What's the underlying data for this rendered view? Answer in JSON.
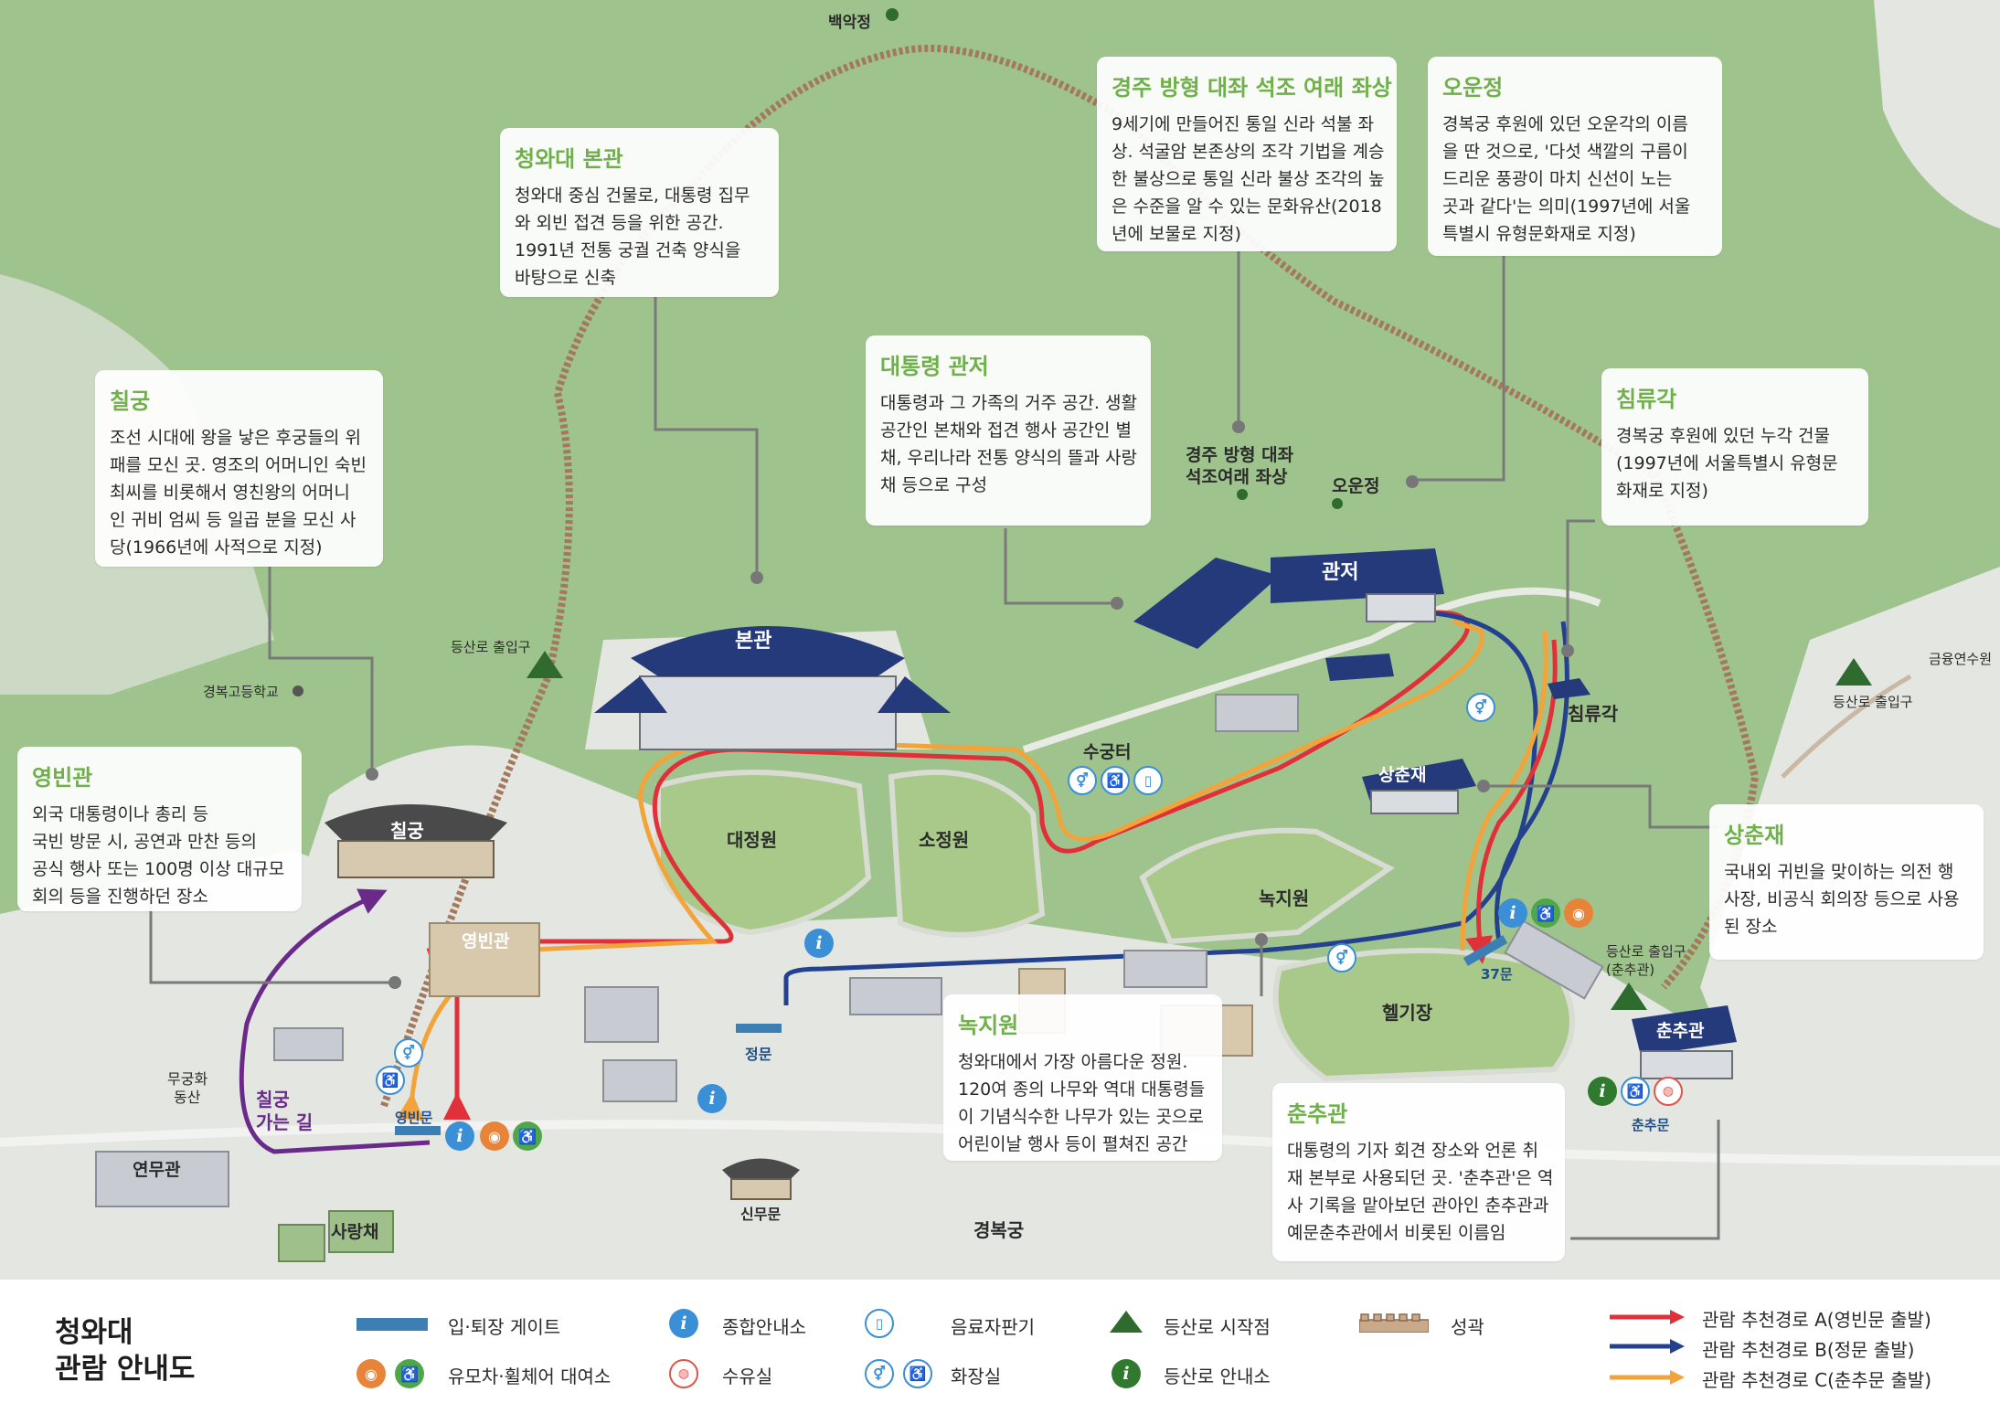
{
  "map": {
    "colors": {
      "bg": "#e9ebe6",
      "green": "#9fc38c",
      "lawn": "#a8c98a",
      "wall": "#a4785a",
      "roof": "#243a7a",
      "route_a": "#e0313a",
      "route_b": "#23418f",
      "route_c": "#f2a33a",
      "trail": "#6a2a8a"
    },
    "places": {
      "baegak": "백악정",
      "gyeongbok_school": "경복고등학교",
      "trailhead_west": "등산로 출입구",
      "trailhead_east": "등산로 출입구",
      "geumyung": "금융연수원",
      "statue_l1": "경주 방형 대좌",
      "statue_l2": "석조여래 좌상",
      "ounjeong": "오운정",
      "chimryugak": "침류각",
      "sugungteo": "수궁터",
      "daejeongwon": "대정원",
      "sojeongwon": "소정원",
      "nokjiwon": "녹지원",
      "heliport": "헬기장",
      "gate37": "37문",
      "trailhead_sc1": "등산로 출입구",
      "trailhead_sc2": "(춘추관)",
      "chunchumun": "춘추문",
      "jeongmun": "정문",
      "yeongbinmun": "영빈문",
      "sinmu": "신무문",
      "gyeongbokgung": "경복궁",
      "mugunghwa1": "무궁화",
      "mugunghwa2": "동산",
      "chilgung_way1": "칠궁",
      "chilgung_way2": "가는 길"
    },
    "buildings": {
      "bongwan": "본관",
      "gwanjeo": "관저",
      "chilgung": "칠궁",
      "yeongbingwan": "영빈관",
      "sangchunjae": "상춘재",
      "chunchugwan": "춘추관",
      "yeonmugwan": "연무관",
      "sarangchae": "사랑채"
    }
  },
  "cards": {
    "bongwan": {
      "title": "청와대 본관",
      "lines": [
        "청와대 중심 건물로, 대통령 집무",
        "와 외빈 접견 등을 위한 공간.",
        "1991년 전통 궁궐 건축 양식을",
        "바탕으로 신축"
      ]
    },
    "statue": {
      "title": "경주 방형 대좌 석조 여래 좌상",
      "lines": [
        "9세기에 만들어진 통일 신라 석불 좌",
        "상. 석굴암 본존상의 조각 기법을 계승",
        "한 불상으로 통일 신라 불상 조각의 높",
        "은 수준을 알 수 있는 문화유산(2018",
        "년에 보물로 지정)"
      ]
    },
    "ounjeong": {
      "title": "오운정",
      "lines": [
        "경복궁 후원에 있던 오운각의 이름",
        "을 딴 것으로, '다섯 색깔의 구름이",
        "드리운 풍광이 마치 신선이 노는",
        "곳과 같다'는 의미(1997년에 서울",
        "특별시 유형문화재로 지정)"
      ]
    },
    "chilgung": {
      "title": "칠궁",
      "lines": [
        "조선 시대에 왕을 낳은 후궁들의 위",
        "패를 모신 곳. 영조의 어머니인 숙빈",
        "최씨를 비롯해서 영친왕의 어머니",
        "인 귀비 엄씨 등 일곱 분을 모신 사",
        "당(1966년에 사적으로 지정)"
      ]
    },
    "gwanjeo": {
      "title": "대통령 관저",
      "lines": [
        "대통령과 그 가족의 거주 공간. 생활",
        "공간인 본채와 접견 행사 공간인 별",
        "채, 우리나라 전통 양식의 뜰과 사랑",
        "채 등으로 구성"
      ]
    },
    "chimryugak": {
      "title": "침류각",
      "lines": [
        "경복궁 후원에 있던 누각 건물",
        "(1997년에 서울특별시 유형문",
        "화재로 지정)"
      ]
    },
    "yeongbingwan": {
      "title": "영빈관",
      "lines": [
        "외국 대통령이나 총리 등",
        "국빈 방문 시, 공연과 만찬 등의",
        "공식 행사 또는 100명 이상 대규모",
        "회의 등을 진행하던 장소"
      ]
    },
    "sangchunjae": {
      "title": "상춘재",
      "lines": [
        "국내외 귀빈을 맞이하는 의전 행",
        "사장, 비공식 회의장 등으로 사용",
        "된 장소"
      ]
    },
    "nokjiwon": {
      "title": "녹지원",
      "lines": [
        "청와대에서 가장 아름다운 정원.",
        "120여 종의 나무와 역대 대통령들",
        "이 기념식수한 나무가 있는 곳으로",
        "어린이날 행사 등이 펼쳐진 공간"
      ]
    },
    "chunchugwan": {
      "title": "춘추관",
      "lines": [
        "대통령의 기자 회견 장소와 언론 취",
        "재 본부로 사용되던 곳. '춘추관'은 역",
        "사 기록을 맡아보던 관아인 춘추관과",
        "예문춘추관에서 비롯된 이름임"
      ]
    }
  },
  "legend": {
    "title_line1": "청와대",
    "title_line2": "관람 안내도",
    "gate": "입·퇴장 게이트",
    "stroller": "유모차·휠체어 대여소",
    "info": "종합안내소",
    "nursing": "수유실",
    "vending": "음료자판기",
    "toilet": "화장실",
    "trail_start": "등산로 시작점",
    "trail_info": "등산로 안내소",
    "fortress": "성곽",
    "route_a": "관람 추천경로 A(영빈문 출발)",
    "route_b": "관람 추천경로 B(정문 출발)",
    "route_c": "관람 추천경로 C(춘추문 출발)"
  }
}
